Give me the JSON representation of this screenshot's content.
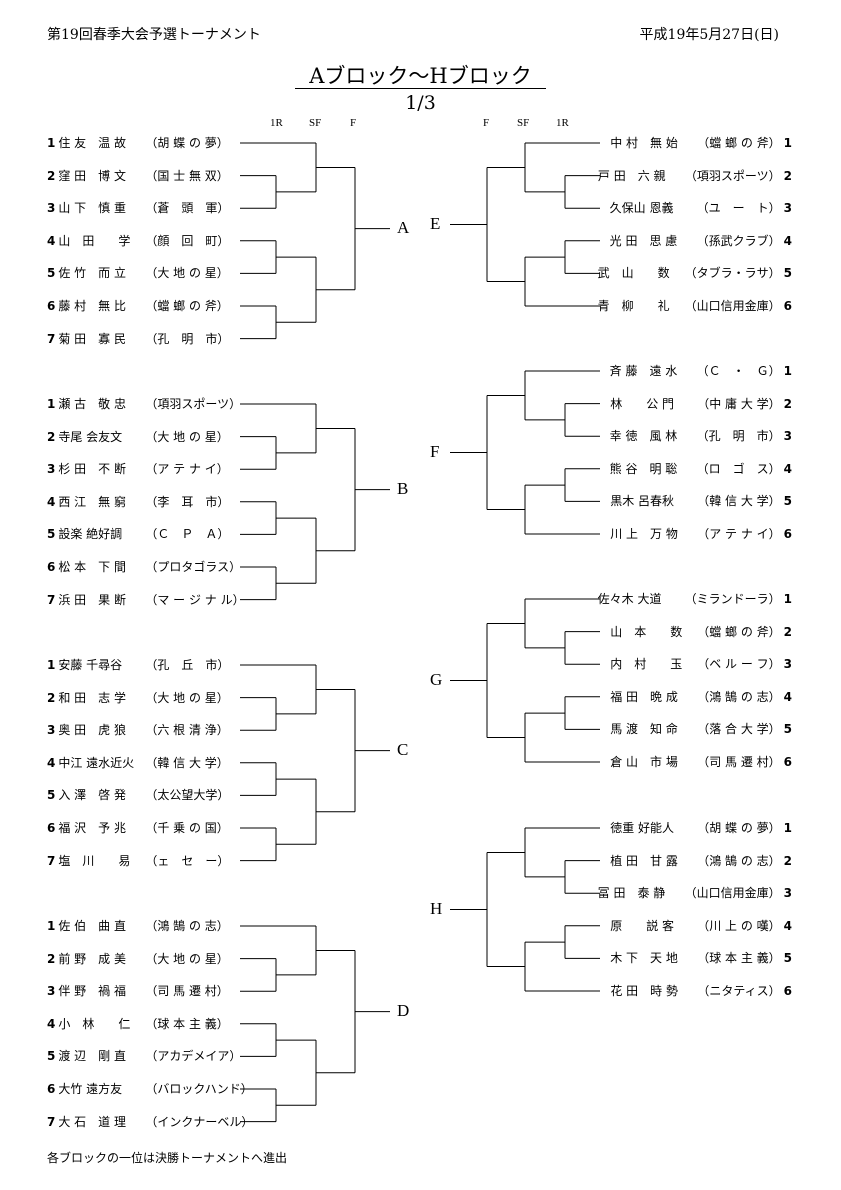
{
  "header": {
    "event": "第19回春季大会予選トーナメント",
    "date": "平成19年5月27日(日)"
  },
  "title": "Aブロック～Hブロック",
  "page": "1/3",
  "rounds_left": [
    "1R",
    "SF",
    "F"
  ],
  "rounds_right": [
    "F",
    "SF",
    "1R"
  ],
  "left_blocks": [
    {
      "label": "A",
      "entries": [
        {
          "seed": "1",
          "name": "住 友　温 故",
          "team": "（胡 蝶 の 夢）"
        },
        {
          "seed": "2",
          "name": "窪 田　博 文",
          "team": "（国 士 無 双）"
        },
        {
          "seed": "3",
          "name": "山 下　慎 重",
          "team": "（蒼　頭　軍）"
        },
        {
          "seed": "4",
          "name": "山　田　　学",
          "team": "（顔　回　町）"
        },
        {
          "seed": "5",
          "name": "佐 竹　而 立",
          "team": "（大 地 の 星）"
        },
        {
          "seed": "6",
          "name": "藤 村　無 比",
          "team": "（蟷 螂 の 斧）"
        },
        {
          "seed": "7",
          "name": "菊 田　寡 民",
          "team": "（孔　明　市）"
        }
      ]
    },
    {
      "label": "B",
      "entries": [
        {
          "seed": "1",
          "name": "瀬 古　敬 忠",
          "team": "（項羽スポーツ）"
        },
        {
          "seed": "2",
          "name": "寺尾 会友文",
          "team": "（大 地 の 星）"
        },
        {
          "seed": "3",
          "name": "杉 田　不 断",
          "team": "（ア テ ナ イ）"
        },
        {
          "seed": "4",
          "name": "西 江　無 窮",
          "team": "（李　耳　市）"
        },
        {
          "seed": "5",
          "name": "設楽 絶好調",
          "team": "（Ｃ　Ｐ　Ａ）"
        },
        {
          "seed": "6",
          "name": "松 本　下 間",
          "team": "（プロタゴラス）"
        },
        {
          "seed": "7",
          "name": "浜 田　果 断",
          "team": "（マ ー ジ ナ ル）"
        }
      ]
    },
    {
      "label": "C",
      "entries": [
        {
          "seed": "1",
          "name": "安藤 千尋谷",
          "team": "（孔　丘　市）"
        },
        {
          "seed": "2",
          "name": "和 田　志 学",
          "team": "（大 地 の 星）"
        },
        {
          "seed": "3",
          "name": "奥 田　虎 狼",
          "team": "（六 根 清 浄）"
        },
        {
          "seed": "4",
          "name": "中江 遠水近火",
          "team": "（韓 信 大 学）"
        },
        {
          "seed": "5",
          "name": "入 澤　啓 発",
          "team": "（太公望大学）"
        },
        {
          "seed": "6",
          "name": "福 沢　予 兆",
          "team": "（千 乗 の 国）"
        },
        {
          "seed": "7",
          "name": "塩　川　　易",
          "team": "（ェ　セ　ー）"
        }
      ]
    },
    {
      "label": "D",
      "entries": [
        {
          "seed": "1",
          "name": "佐 伯　曲 直",
          "team": "（鴻 鵠 の 志）"
        },
        {
          "seed": "2",
          "name": "前 野　成 美",
          "team": "（大 地 の 星）"
        },
        {
          "seed": "3",
          "name": "伴 野　禍 福",
          "team": "（司 馬 遷 村）"
        },
        {
          "seed": "4",
          "name": "小　林　　仁",
          "team": "（球 本 主 義）"
        },
        {
          "seed": "5",
          "name": "渡 辺　剛 直",
          "team": "（アカデメイア）"
        },
        {
          "seed": "6",
          "name": "大竹 遠方友",
          "team": "（バロックハンド）"
        },
        {
          "seed": "7",
          "name": "大 石　道 理",
          "team": "（インクナーベル）"
        }
      ]
    }
  ],
  "right_blocks": [
    {
      "label": "E",
      "entries": [
        {
          "seed": "1",
          "name": "中 村　無 始",
          "team": "（蟷 螂 の 斧）"
        },
        {
          "seed": "2",
          "name": "戸 田　六 親",
          "team": "（項羽スポーツ）"
        },
        {
          "seed": "3",
          "name": "久保山 恩義",
          "team": "（ユ　ー　ト）"
        },
        {
          "seed": "4",
          "name": "光 田　思 慮",
          "team": "（孫武クラブ）"
        },
        {
          "seed": "5",
          "name": "武　山　　数",
          "team": "（タブラ・ラサ）"
        },
        {
          "seed": "6",
          "name": "青　柳　　礼",
          "team": "（山口信用金庫）"
        }
      ]
    },
    {
      "label": "F",
      "entries": [
        {
          "seed": "1",
          "name": "斉 藤　遠 水",
          "team": "（Ｃ　・　Ｇ）"
        },
        {
          "seed": "2",
          "name": "林　　公 門",
          "team": "（中 庸 大 学）"
        },
        {
          "seed": "3",
          "name": "幸 徳　風 林",
          "team": "（孔　明　市）"
        },
        {
          "seed": "4",
          "name": "熊 谷　明 聡",
          "team": "（ロ　ゴ　ス）"
        },
        {
          "seed": "5",
          "name": "黒木 呂春秋",
          "team": "（韓 信 大 学）"
        },
        {
          "seed": "6",
          "name": "川 上　万 物",
          "team": "（ア テ ナ イ）"
        }
      ]
    },
    {
      "label": "G",
      "entries": [
        {
          "seed": "1",
          "name": "佐々木 大道",
          "team": "（ミランドーラ）"
        },
        {
          "seed": "2",
          "name": "山　本　　数",
          "team": "（蟷 螂 の 斧）"
        },
        {
          "seed": "3",
          "name": "内　村　　玉",
          "team": "（ベ ル ー フ）"
        },
        {
          "seed": "4",
          "name": "福 田　晩 成",
          "team": "（鴻 鵠 の 志）"
        },
        {
          "seed": "5",
          "name": "馬 渡　知 命",
          "team": "（落 合 大 学）"
        },
        {
          "seed": "6",
          "name": "倉 山　市 場",
          "team": "（司 馬 遷 村）"
        }
      ]
    },
    {
      "label": "H",
      "entries": [
        {
          "seed": "1",
          "name": "徳重 好能人",
          "team": "（胡 蝶 の 夢）"
        },
        {
          "seed": "2",
          "name": "植 田　甘 露",
          "team": "（鴻 鵠 の 志）"
        },
        {
          "seed": "3",
          "name": "冨 田　泰 静",
          "team": "（山口信用金庫）"
        },
        {
          "seed": "4",
          "name": "原　　説 客",
          "team": "（川 上 の 嘆）"
        },
        {
          "seed": "5",
          "name": "木 下　天 地",
          "team": "（球 本 主 義）"
        },
        {
          "seed": "6",
          "name": "花 田　時 勢",
          "team": "（ニタティス）"
        }
      ]
    }
  ],
  "footer": "各ブロックの一位は決勝トーナメントへ進出"
}
